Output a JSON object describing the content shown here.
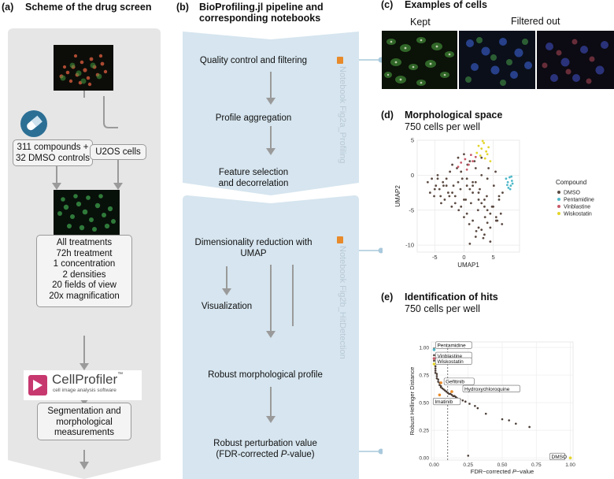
{
  "panel_a": {
    "label": "(a)",
    "title": "Scheme of the drug screen",
    "compounds_box": "311 compounds +\n32 DMSO controls",
    "cells_box": "U2OS cells",
    "treatments_box": [
      "All treatments",
      "72h treatment",
      "1 concentration",
      "2 densities",
      "20 fields of view",
      "20x magnification"
    ],
    "cellprofiler_name": "CellProfiler",
    "cellprofiler_tm": "™",
    "cellprofiler_sub": "cell image analysis software",
    "segmentation_box": "Segmentation and\nmorphological\nmeasurements"
  },
  "panel_b": {
    "label": "(b)",
    "title": "BioProfiling.jl pipeline and\ncorresponding notebooks",
    "steps": {
      "qc": "Quality control and filtering",
      "aggregation": "Profile aggregation",
      "feature": "Feature selection\nand decorrelation",
      "dimred": "Dimensionality reduction with\nUMAP",
      "visualization": "Visualization",
      "robust_profile": "Robust morphological profile",
      "robust_value_line1": "Robust perturbation value",
      "robust_value_line2_pre": "(FDR-corrected ",
      "robust_value_line2_p": "P",
      "robust_value_line2_post": "-value)"
    },
    "notebook1": "Notebook Fig2a_Profiling",
    "notebook2": "Notebook Fig2b_HitDetection"
  },
  "panel_c": {
    "label": "(c)",
    "title": "Examples of cells",
    "kept": "Kept",
    "filtered": "Filtered out"
  },
  "panel_d": {
    "label": "(d)",
    "title": "Morphological space",
    "subtitle": "750 cells per well",
    "xlabel": "UMAP1",
    "ylabel": "UMAP2",
    "legend_title": "Compound",
    "legend": [
      {
        "name": "DMSO",
        "color": "#5b4a42"
      },
      {
        "name": "Pentamidine",
        "color": "#4fb8c9"
      },
      {
        "name": "Vinblastine",
        "color": "#c85a6a"
      },
      {
        "name": "Wiskostatin",
        "color": "#e3d52a"
      }
    ]
  },
  "panel_e": {
    "label": "(e)",
    "title": "Identification of hits",
    "subtitle": "750 cells per well",
    "xlabel_pre": "FDR−corrected ",
    "xlabel_p": "P",
    "xlabel_post": "−value",
    "ylabel": "Robust Hellinger Distance",
    "hits": [
      "Pentamidine",
      "Vinblastine",
      "Wiskostatin",
      "Gefitinib",
      "Hydroxychloroquine",
      "Imatinib",
      "DMSO"
    ]
  },
  "chart_data": [
    {
      "type": "scatter",
      "title": "Morphological space",
      "xlabel": "UMAP1",
      "ylabel": "UMAP2",
      "xlim": [
        -8,
        9.5
      ],
      "ylim": [
        -11,
        5
      ],
      "xticks": [
        -5,
        0,
        5
      ],
      "yticks": [
        5,
        0,
        -5,
        -10
      ],
      "grid": true,
      "legend_position": "right",
      "series": [
        {
          "name": "DMSO",
          "color": "#5b4a42",
          "x": [
            -6.2,
            -5.8,
            -5.5,
            -5.1,
            -4.8,
            -4.5,
            -4.2,
            -3.9,
            -3.6,
            -3.3,
            -3.0,
            -2.7,
            -2.4,
            -2.1,
            -1.8,
            -1.5,
            -1.2,
            -0.9,
            -0.6,
            -0.3,
            0.0,
            0.3,
            0.6,
            0.9,
            1.2,
            1.5,
            1.8,
            2.1,
            2.4,
            2.7,
            3.0,
            3.3,
            3.6,
            3.9,
            4.2,
            4.5,
            4.8,
            5.1,
            5.4,
            5.7,
            6.0,
            6.3,
            6.6,
            -5.0,
            -4.0,
            -3.0,
            -2.0,
            -1.0,
            0.0,
            1.0,
            2.0,
            3.0,
            4.0,
            5.0,
            6.0,
            -4.5,
            -3.5,
            -2.5,
            -1.5,
            -0.5,
            0.5,
            1.5,
            2.5,
            3.5,
            4.5,
            5.5,
            -2.0,
            -1.0,
            0.0,
            1.0,
            2.0,
            3.0,
            4.0,
            0.5,
            1.5,
            2.5,
            3.5,
            4.5,
            5.5,
            6.5,
            -0.5,
            0.5,
            1.5,
            2.5,
            3.5,
            1.0,
            2.0,
            3.0,
            4.0
          ],
          "y": [
            -1.0,
            -2.5,
            -0.5,
            -3.0,
            -1.5,
            0.0,
            -2.0,
            -4.0,
            -1.0,
            -3.5,
            -0.5,
            -2.5,
            0.5,
            -4.5,
            -1.5,
            -3.0,
            1.0,
            -5.0,
            -2.0,
            -0.5,
            -6.0,
            -3.5,
            1.5,
            -7.0,
            -4.0,
            -1.0,
            2.0,
            -8.0,
            -5.0,
            -2.0,
            2.5,
            -9.0,
            -6.0,
            -3.0,
            1.0,
            -7.5,
            -4.5,
            -1.5,
            0.5,
            -6.5,
            -3.0,
            -5.5,
            -2.5,
            -2.0,
            -3.0,
            -1.5,
            -2.5,
            -1.0,
            -3.5,
            -2.0,
            -1.0,
            -4.0,
            -5.0,
            -4.5,
            -3.5,
            -0.5,
            -1.5,
            -3.0,
            -4.0,
            -4.5,
            -5.5,
            -6.5,
            -7.5,
            -8.5,
            -9.5,
            -6.0,
            1.5,
            2.5,
            3.0,
            2.0,
            1.0,
            0.0,
            -0.5,
            -1.5,
            -2.5,
            -3.5,
            -4.5,
            -5.5,
            -6.5,
            -7.0,
            0.5,
            -0.5,
            -1.5,
            -2.5,
            -3.5,
            -9.8,
            -8.8,
            -7.8,
            -6.8
          ]
        },
        {
          "name": "Pentamidine",
          "color": "#4fb8c9",
          "x": [
            7.2,
            7.5,
            7.8,
            8.0,
            8.2,
            7.6,
            7.9,
            8.3,
            7.4,
            8.1
          ],
          "y": [
            -0.5,
            -1.0,
            -0.3,
            -1.5,
            -0.8,
            -1.8,
            -2.0,
            -1.2,
            -1.4,
            -0.2
          ]
        },
        {
          "name": "Vinblastine",
          "color": "#c85a6a",
          "x": [
            -0.5,
            0.2,
            0.8,
            1.5,
            2.0,
            -1.0,
            0.5,
            1.2
          ],
          "y": [
            1.8,
            2.3,
            1.5,
            2.0,
            2.6,
            1.2,
            0.8,
            2.9
          ]
        },
        {
          "name": "Wiskostatin",
          "color": "#e3d52a",
          "x": [
            2.5,
            3.0,
            3.4,
            3.8,
            4.2,
            2.8,
            3.6,
            4.0,
            3.2,
            2.2,
            4.5
          ],
          "y": [
            4.2,
            3.8,
            4.6,
            3.4,
            4.0,
            2.8,
            2.4,
            3.0,
            4.9,
            3.2,
            2.0
          ]
        }
      ]
    },
    {
      "type": "scatter",
      "title": "Identification of hits",
      "xlabel": "FDR−corrected P−value",
      "ylabel": "Robust Hellinger Distance",
      "xlim": [
        -0.02,
        1.02
      ],
      "ylim": [
        -0.02,
        1.05
      ],
      "xticks": [
        0.0,
        0.25,
        0.5,
        0.75,
        1.0
      ],
      "yticks": [
        0.0,
        0.25,
        0.5,
        0.75,
        1.0
      ],
      "vline": 0.1,
      "grid": true,
      "points": {
        "x": [
          0.0,
          0.0,
          0.0,
          0.0,
          0.0,
          0.0,
          0.01,
          0.01,
          0.01,
          0.01,
          0.02,
          0.02,
          0.02,
          0.03,
          0.03,
          0.04,
          0.04,
          0.05,
          0.05,
          0.06,
          0.07,
          0.08,
          0.09,
          0.1,
          0.11,
          0.12,
          0.13,
          0.14,
          0.15,
          0.16,
          0.17,
          0.19,
          0.21,
          0.23,
          0.26,
          0.3,
          0.32,
          0.38,
          0.5,
          0.55,
          0.6,
          0.7,
          0.25,
          1.0
        ],
        "y": [
          0.99,
          0.98,
          0.93,
          0.9,
          0.88,
          0.85,
          0.83,
          0.81,
          0.79,
          0.77,
          0.76,
          0.74,
          0.72,
          0.71,
          0.69,
          0.68,
          0.66,
          0.65,
          0.64,
          0.63,
          0.62,
          0.61,
          0.6,
          0.59,
          0.58,
          0.58,
          0.57,
          0.56,
          0.56,
          0.55,
          0.54,
          0.53,
          0.52,
          0.51,
          0.49,
          0.47,
          0.45,
          0.4,
          0.35,
          0.34,
          0.31,
          0.28,
          0.02,
          0.0
        ]
      },
      "highlight": [
        {
          "name": "Pentamidine",
          "x": 0.0,
          "y": 0.98,
          "color": "#4fb8c9"
        },
        {
          "name": "Vinblastine",
          "x": 0.0,
          "y": 0.9,
          "color": "#c85a6a"
        },
        {
          "name": "Wiskostatin",
          "x": 0.0,
          "y": 0.85,
          "color": "#e3d52a"
        },
        {
          "name": "Gefitinib",
          "x": 0.05,
          "y": 0.68,
          "color": "#e88a2a"
        },
        {
          "name": "Hydroxychloroquine",
          "x": 0.13,
          "y": 0.6,
          "color": "#e88a2a"
        },
        {
          "name": "Imatinib",
          "x": 0.04,
          "y": 0.57,
          "color": "#e88a2a"
        },
        {
          "name": "DMSO",
          "x": 1.0,
          "y": 0.0,
          "color": "#e3d52a"
        }
      ]
    }
  ]
}
